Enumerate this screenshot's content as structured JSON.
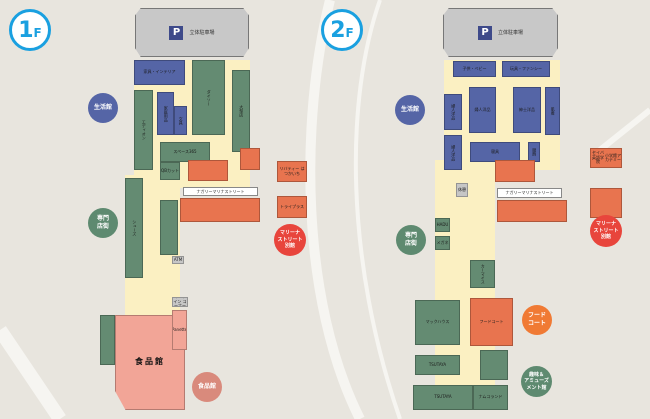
{
  "colors": {
    "accent": "#1aa0e0",
    "living": "#5565a6",
    "specialty": "#5e8a70",
    "annex": "#e8453c",
    "food": "#d98a7c",
    "foodcourt": "#f07a34",
    "hobby": "#5e8a70"
  },
  "floors": [
    {
      "badge_number": "1",
      "badge_unit": "F",
      "parking": "立体駐車場",
      "parking_icon": "P",
      "stores": {
        "interior": "家具・インテリア",
        "edion": "エディオン",
        "houseware": "家庭用品",
        "stationery": "文具",
        "daiso": "ダイソー",
        "large": "大型店",
        "space365": "スペース365",
        "cut": "QBカット",
        "shoes": "シューズ",
        "street": "ナガリーマリナストリート",
        "liberty": "リバティー はつかいち",
        "drug": "トライプラス",
        "atm": "ATM",
        "eatin": "イートイン コーナー",
        "bakery": "Panette",
        "food_hall": "食品館"
      },
      "buildings": {
        "living": "生活館",
        "specialty": "専門\n店街",
        "annex": "マリーナ\nストリート\n別館",
        "food": "食品館"
      }
    },
    {
      "badge_number": "2",
      "badge_unit": "F",
      "parking": "立体駐車場",
      "parking_icon": "P",
      "stores": {
        "baby": "子供・ベビー",
        "fancy": "玩具・ファンシー",
        "ladies1": "婦人洋品",
        "ladies2": "婦人洋品",
        "ladies3": "婦人洋品",
        "shoes": "服飾",
        "mens": "紳士洋品",
        "bedding": "寝具",
        "underwear": "肌着",
        "street": "ナガリーマリナストリート",
        "school": "セイバ英語学院",
        "academy": "小学館アカデミー",
        "hadu": "HADU",
        "glasses": "メガネ",
        "car": "カーマイス",
        "foodcourt": "フードコート",
        "mac": "マックハウス",
        "tsutaya1": "TSUTAYA",
        "tsutaya2": "TSUTAYA",
        "namco": "ナムコランド",
        "lounge": "休憩"
      },
      "buildings": {
        "living": "生活館",
        "specialty": "専門\n店街",
        "annex": "マリーナ\nストリート\n別館",
        "foodcourt": "フード\nコート",
        "hobby": "趣味＆\nアミューズ\nメント館"
      }
    }
  ]
}
